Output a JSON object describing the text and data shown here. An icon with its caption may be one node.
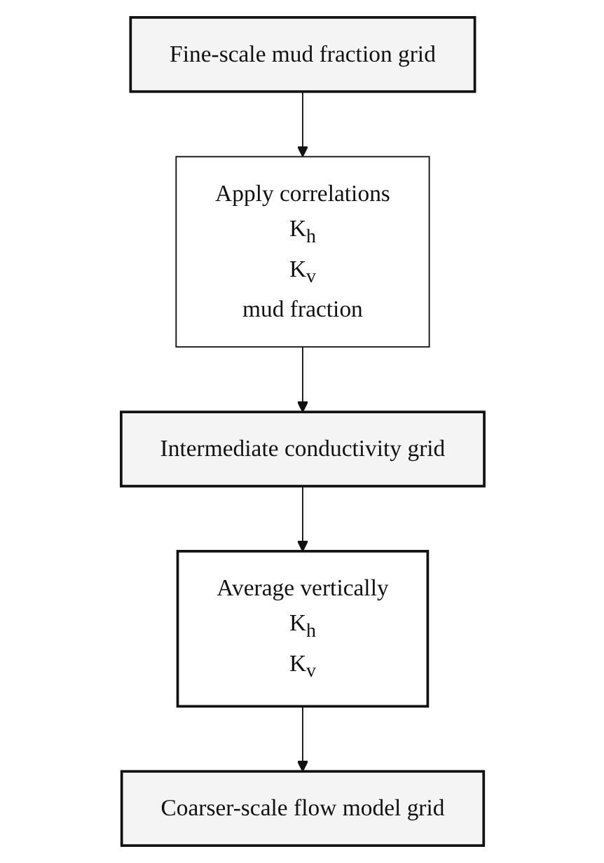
{
  "diagram": {
    "nodes": [
      {
        "text": [
          "Fine-scale mud fraction grid"
        ]
      },
      {
        "text": [
          "Apply correlations",
          "K$_{h}$",
          "K$_{v}$",
          "mud fraction"
        ]
      },
      {
        "text": [
          "Intermediate conductivity grid"
        ]
      },
      {
        "text": [
          "Average vertically",
          "K$_{h}$",
          "K$_{v}$"
        ]
      },
      {
        "text": [
          "Coarser-scale flow model grid"
        ]
      }
    ],
    "edges": [
      {
        "from": 0,
        "to": 1,
        "arrow": "to"
      },
      {
        "from": 1,
        "to": 2,
        "arrow": "to"
      },
      {
        "from": 2,
        "to": 3,
        "arrow": "to"
      },
      {
        "from": 3,
        "to": 4,
        "arrow": "to"
      }
    ]
  }
}
